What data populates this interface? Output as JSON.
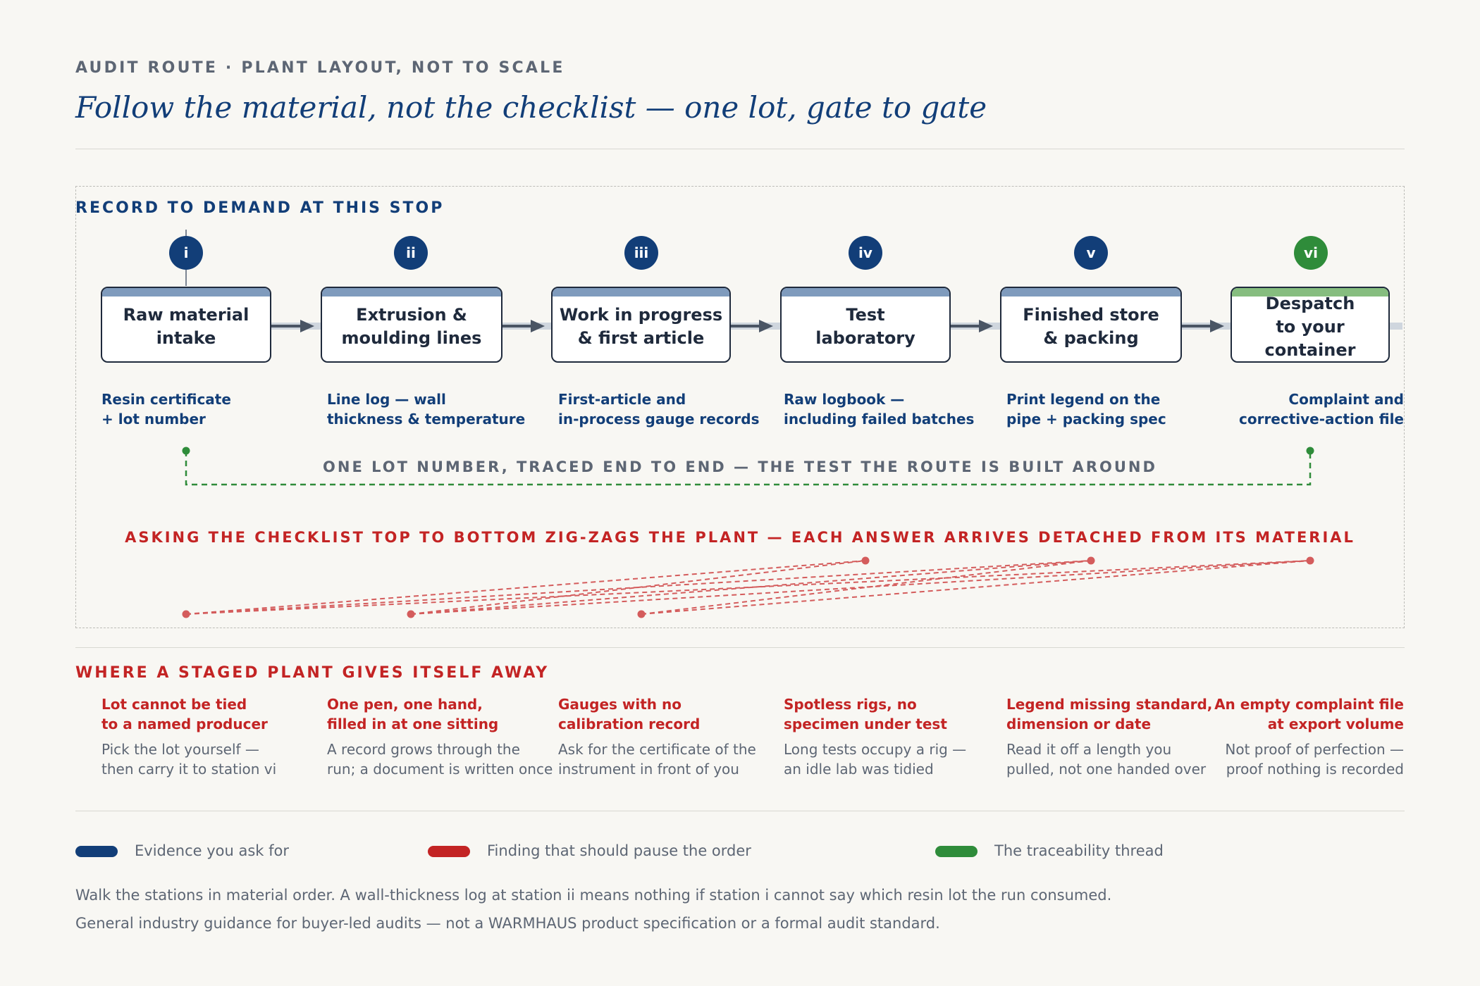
{
  "header": {
    "eyebrow": "AUDIT ROUTE · PLANT LAYOUT, NOT TO SCALE",
    "title": "Follow the material, not the checklist — one lot, gate to gate"
  },
  "route": {
    "heading": "RECORD TO DEMAND AT THIS STOP",
    "stations": [
      {
        "numeral": "i",
        "name": "Raw material\nintake",
        "evidence": "Resin certificate\n+ lot number"
      },
      {
        "numeral": "ii",
        "name": "Extrusion &\nmoulding lines",
        "evidence": "Line log — wall\nthickness & temperature"
      },
      {
        "numeral": "iii",
        "name": "Work in progress\n& first article",
        "evidence": "First-article and\nin-process gauge records"
      },
      {
        "numeral": "iv",
        "name": "Test\nlaboratory",
        "evidence": "Raw logbook —\nincluding failed batches"
      },
      {
        "numeral": "v",
        "name": "Finished store\n& packing",
        "evidence": "Print legend on the\npipe + packing spec"
      },
      {
        "numeral": "vi",
        "name": "Despatch\nto your container",
        "evidence": "Complaint and\ncorrective-action file"
      }
    ],
    "thread_label": "ONE LOT NUMBER, TRACED END TO END — THE TEST THE ROUTE IS BUILT AROUND",
    "zigzag_label": "ASKING THE CHECKLIST TOP TO BOTTOM ZIG-ZAGS THE PLANT — EACH ANSWER ARRIVES DETACHED FROM ITS MATERIAL"
  },
  "findings": {
    "heading": "WHERE A STAGED PLANT GIVES ITSELF AWAY",
    "items": [
      {
        "title": "Lot cannot be tied\nto a named producer",
        "note": "Pick the lot yourself —\nthen carry it to station vi"
      },
      {
        "title": "One pen, one hand,\nfilled in at one sitting",
        "note": "A record grows through the\nrun; a document is written once"
      },
      {
        "title": "Gauges with no\ncalibration record",
        "note": "Ask for the certificate of the\ninstrument in front of you"
      },
      {
        "title": "Spotless rigs, no\nspecimen under test",
        "note": "Long tests occupy a rig —\nan idle lab was tidied"
      },
      {
        "title": "Legend missing standard,\ndimension or date",
        "note": "Read it off a length you\npulled, not one handed over"
      },
      {
        "title": "An empty complaint file\nat export volume",
        "note": "Not proof of perfection —\nproof nothing is recorded"
      }
    ]
  },
  "legend": [
    {
      "label": "Evidence you ask for",
      "color": "#123e78"
    },
    {
      "label": "Finding that should pause the order",
      "color": "#c32424"
    },
    {
      "label": "The traceability thread",
      "color": "#2f8c3a"
    }
  ],
  "footnotes": [
    "Walk the stations in material order. A wall-thickness log at station ii means nothing if station i cannot say which resin lot the run consumed.",
    "General industry guidance for buyer-led audits — not a WARMHAUS product specification or a formal audit standard."
  ],
  "colors": {
    "evidence_blue": "#123e78",
    "finding_red": "#c32424",
    "thread_green": "#2f8c3a"
  }
}
